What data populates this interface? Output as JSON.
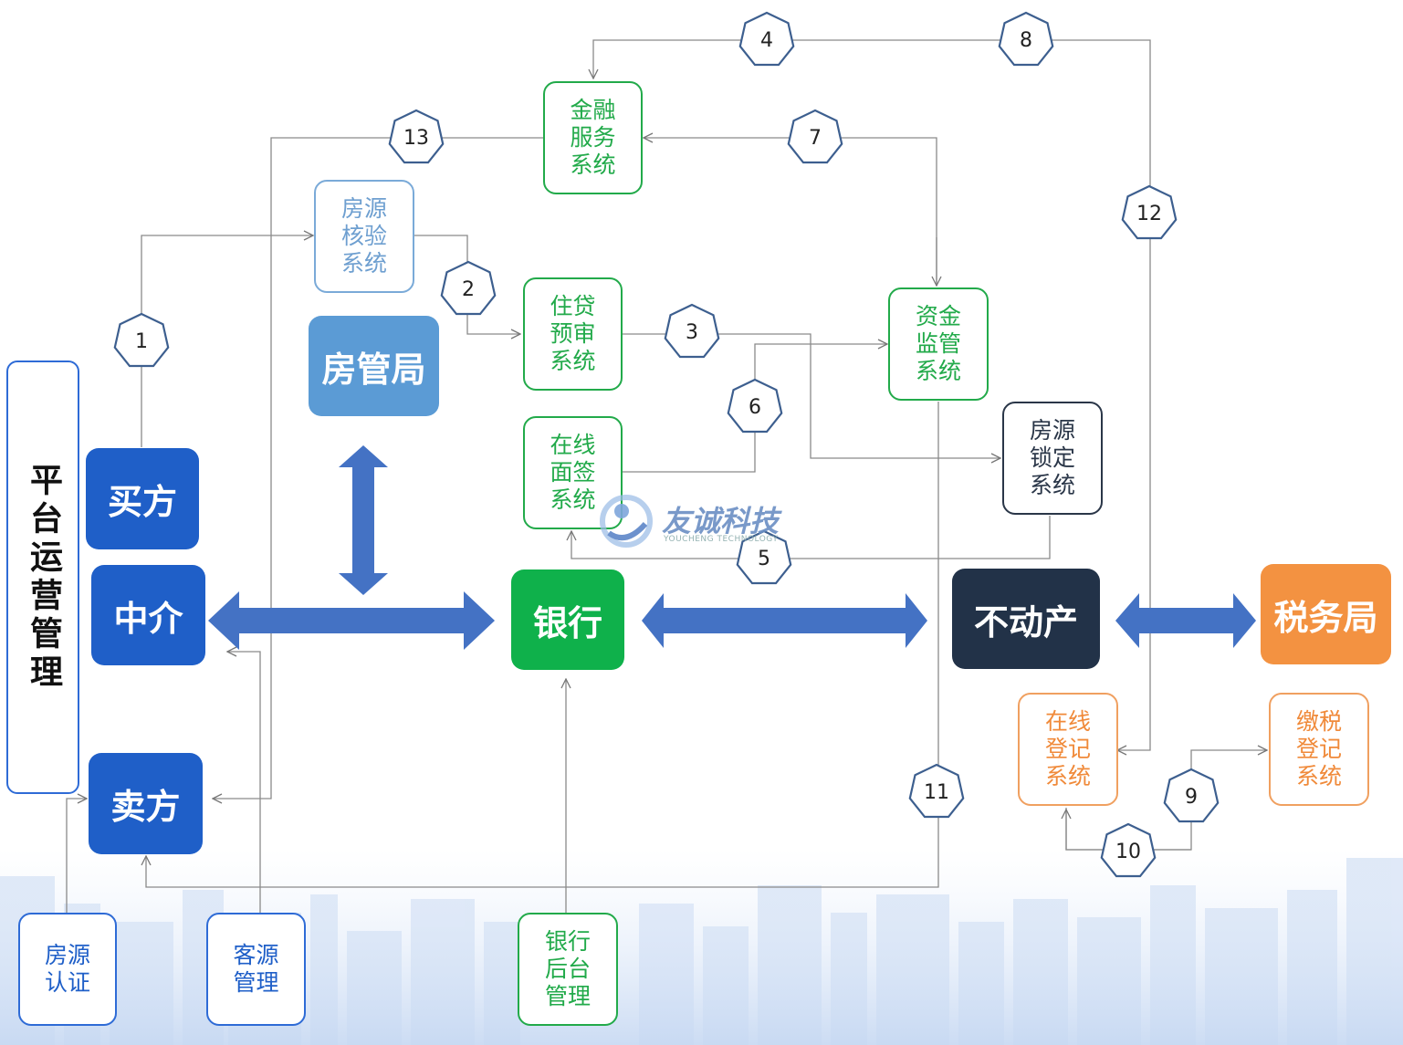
{
  "platform_label": "平台运营管理",
  "entities": {
    "buyer": "买方",
    "agent": "中介",
    "seller": "卖方",
    "housing_bureau": "房管局",
    "bank": "银行",
    "real_estate": "不动产",
    "tax_bureau": "税务局"
  },
  "systems": {
    "finance_service": "金融\n服务\n系统",
    "listing_verify": "房源\n核验\n系统",
    "mortgage_review": "住贷\n预审\n系统",
    "fund_supervision": "资金\n监管\n系统",
    "online_sign": "在线\n面签\n系统",
    "listing_lock": "房源\n锁定\n系统",
    "online_registration": "在线\n登记\n系统",
    "tax_registration": "缴税\n登记\n系统",
    "listing_auth": "房源\n认证",
    "client_mgmt": "客源\n管理",
    "bank_backend": "银行\n后台\n管理"
  },
  "steps": [
    "1",
    "2",
    "3",
    "4",
    "5",
    "6",
    "7",
    "8",
    "9",
    "10",
    "11",
    "12",
    "13"
  ],
  "logo": {
    "name": "友诚科技",
    "sub": "YOUCHENG TECHNOLOGY"
  },
  "colors": {
    "primary_blue": "#1f5fc8",
    "housing_blue": "#5b9bd5",
    "bank_green": "#0fb14b",
    "dark_navy": "#223248",
    "tax_orange": "#f39241",
    "arrow_blue": "#4472c4"
  }
}
